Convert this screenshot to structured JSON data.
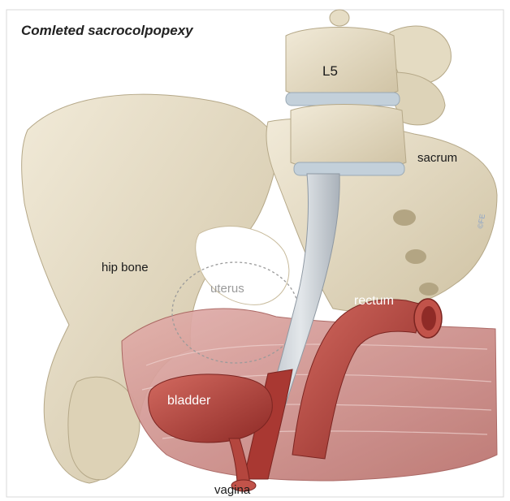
{
  "title": "Comleted sacrocolpopexy",
  "labels": {
    "l5": "L5",
    "sacrum": "sacrum",
    "hip_bone": "hip bone",
    "uterus": "uterus",
    "rectum": "rectum",
    "bladder": "bladder",
    "vagina": "vagina"
  },
  "colors": {
    "bone": "#e7dec6",
    "bone_shadow": "#c8bb9c",
    "muscle": "#cf8f8c",
    "organ": "#b9443c",
    "mesh": "#c9ced4"
  }
}
